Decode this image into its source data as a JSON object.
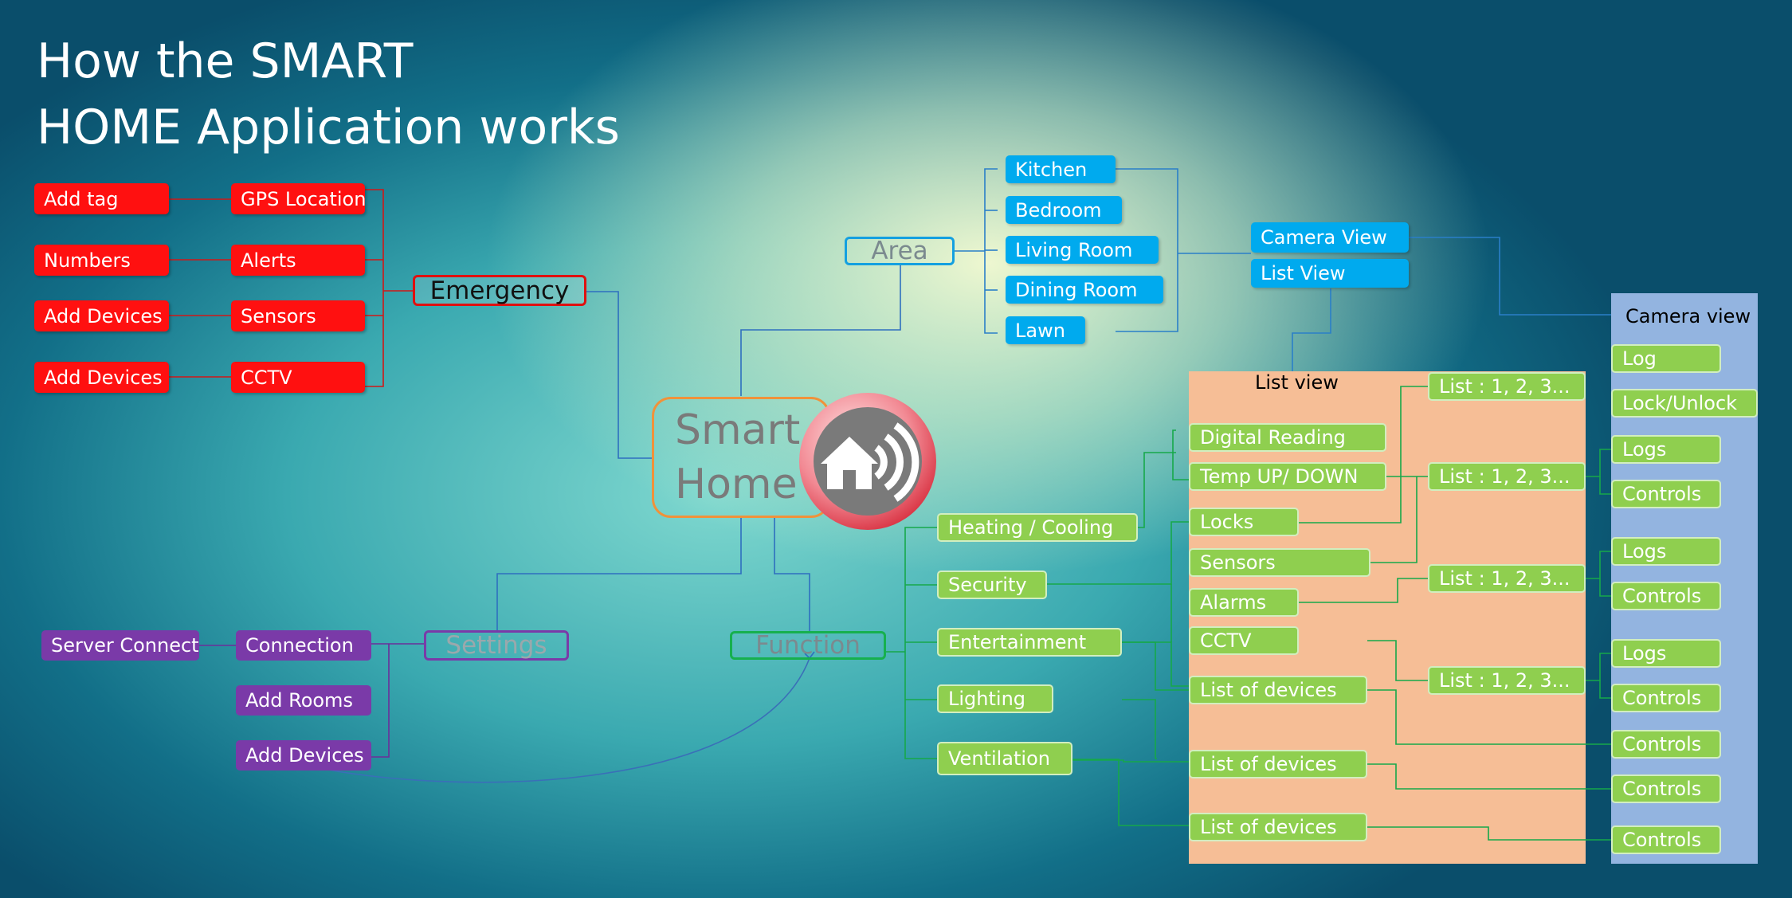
{
  "title": {
    "line1": "How the SMART",
    "line2": "HOME Application works"
  },
  "center": {
    "line1": "Smart",
    "line2": "Home"
  },
  "logo": {
    "icon": "smart-home-logo-icon",
    "colors": {
      "ring": "#e84050",
      "fill": "#7a7a7a"
    }
  },
  "hubs": {
    "emergency": "Emergency",
    "area": "Area",
    "settings": "Settings",
    "function": "Function"
  },
  "emergency": {
    "left": [
      "Add tag",
      "Numbers",
      "Add Devices",
      "Add Devices"
    ],
    "right": [
      "GPS Location",
      "Alerts",
      "Sensors",
      "CCTV"
    ]
  },
  "area": {
    "rooms": [
      "Kitchen",
      "Bedroom",
      "Living Room",
      "Dining Room",
      "Lawn"
    ],
    "views": [
      "Camera View",
      "List View"
    ]
  },
  "settings": {
    "server": "Server Connect",
    "items": [
      "Connection",
      "Add Rooms",
      "Add Devices"
    ]
  },
  "function": {
    "items": [
      "Heating / Cooling",
      "Security",
      "Entertainment",
      "Lighting",
      "Ventilation"
    ]
  },
  "list_panel": {
    "title": "List view",
    "items": [
      "Digital Reading",
      "Temp UP/ DOWN",
      "Locks",
      "Sensors",
      "Alarms",
      "CCTV",
      "List of devices",
      "List of devices",
      "List of devices"
    ],
    "lists": [
      "List : 1, 2, 3...",
      "List : 1, 2, 3...",
      "List : 1, 2, 3...",
      "List : 1, 2, 3..."
    ]
  },
  "camera_panel": {
    "title": "Camera view",
    "items": [
      "Log",
      "Lock/Unlock",
      "Logs",
      "Controls",
      "Logs",
      "Controls",
      "Logs",
      "Controls",
      "Controls",
      "Controls",
      "Controls"
    ]
  },
  "colors": {
    "emergency": "#ff1010",
    "area": "#00aaee",
    "settings": "#7a3aa8",
    "function": "#8fcf4f",
    "list_panel_bg": "#f6be96",
    "camera_panel_bg": "#93b4e0",
    "center_border": "#f0923a"
  }
}
